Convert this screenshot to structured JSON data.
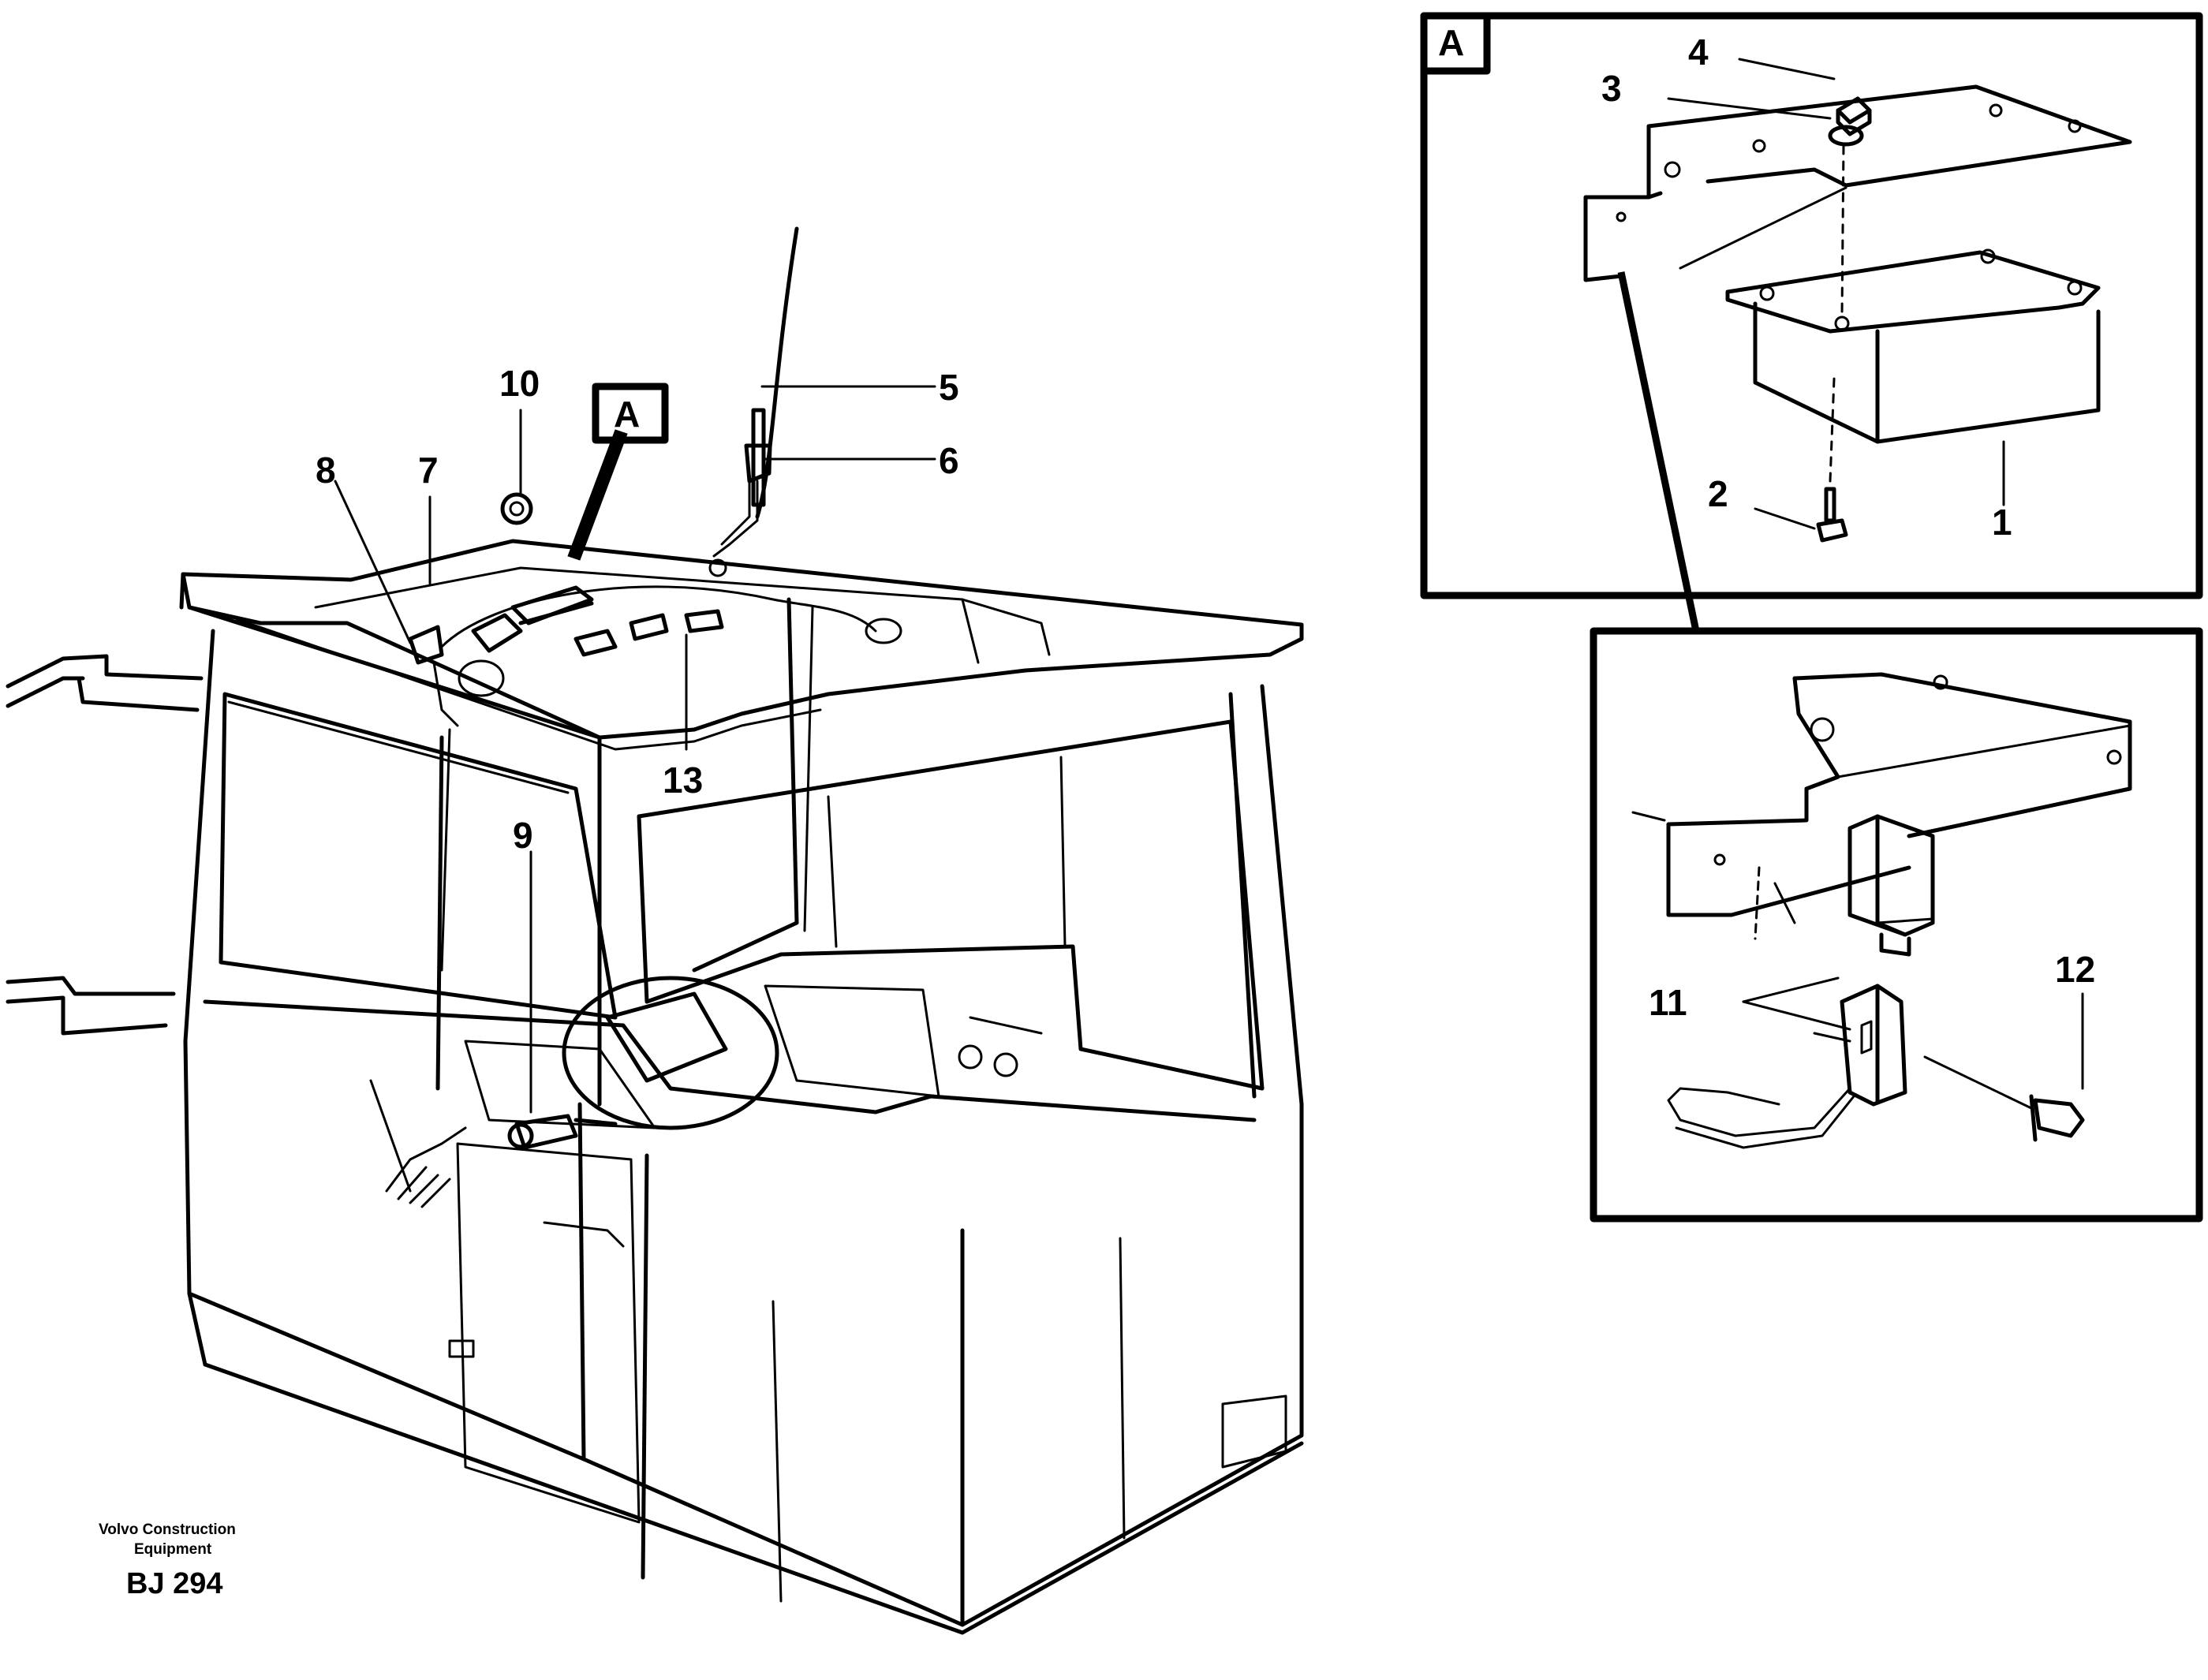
{
  "callouts": {
    "c1": "1",
    "c2": "2",
    "c3": "3",
    "c4": "4",
    "c5": "5",
    "c6": "6",
    "c7": "7",
    "c8": "8",
    "c9": "9",
    "c10": "10",
    "c11": "11",
    "c12": "12",
    "c13": "13"
  },
  "detail_ref": {
    "main_label": "A",
    "inset_label": "A"
  },
  "footer": {
    "publisher_line1": "Volvo Construction",
    "publisher_line2": "Equipment",
    "drawing_code": "BJ 294"
  }
}
